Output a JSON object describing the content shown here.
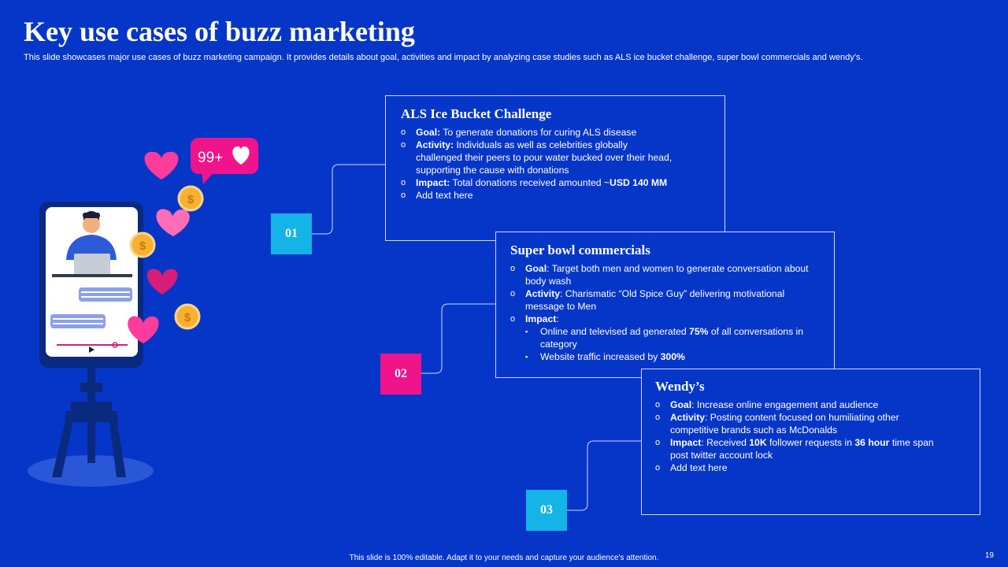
{
  "slide": {
    "title": "Key use cases of buzz marketing",
    "subtitle": "This slide showcases major use cases of buzz marketing campaign. It provides details about goal, activities and impact by analyzing case studies such as ALS ice bucket challenge, super bowl commercials and wendy’s.",
    "footer": "This slide is 100% editable. Adapt it to your needs and capture your audience's attention.",
    "page_number": "19"
  },
  "illustration": {
    "notification_badge": "99+"
  },
  "cases": [
    {
      "number": "01",
      "title": "ALS Ice Bucket Challenge",
      "goal_label": "Goal:",
      "goal_text": " To generate donations for curing ALS disease",
      "activity_label": "Activity:",
      "activity_text": " Individuals as well as celebrities globally challenged their peers to pour water bucked over their head, supporting the cause with donations",
      "impact_label": "Impact:",
      "impact_text": " Total donations received amounted ~",
      "impact_strong": "USD 140 MM",
      "extra": "Add text here"
    },
    {
      "number": "02",
      "title": "Super bowl commercials",
      "goal_label": "Goal",
      "goal_text": ": Target both men and women to generate conversation about body wash",
      "activity_label": "Activity",
      "activity_text": ": Charismatic “Old Spice Guy” delivering motivational message to Men",
      "impact_label": "Impact",
      "impact_text": ":",
      "sub1_pre": "Online and televised ad generated ",
      "sub1_strong": "75%",
      "sub1_post": " of all conversations in category",
      "sub2_pre": "Website traffic increased by ",
      "sub2_strong": "300%"
    },
    {
      "number": "03",
      "title": "Wendy’s",
      "goal_label": "Goal",
      "goal_text": ": Increase online engagement and audience",
      "activity_label": "Activity",
      "activity_text": ": Posting content focused on humiliating other competitive brands such as McDonalds",
      "impact_label": "Impact",
      "impact_pre": ": Received ",
      "impact_strong1": "10K",
      "impact_mid": " follower requests in ",
      "impact_strong2": "36 hour",
      "impact_post": " time span post twitter account lock",
      "extra": "Add text here"
    }
  ],
  "colors": {
    "background": "#0636c8",
    "badge_01": "#14b4e6",
    "badge_02": "#f0148c",
    "badge_03": "#14b4e6",
    "heart_pink": "#ff3c9b",
    "heart_magenta": "#d61e78",
    "coin": "#f7b030",
    "stand": "#0a2a80"
  }
}
